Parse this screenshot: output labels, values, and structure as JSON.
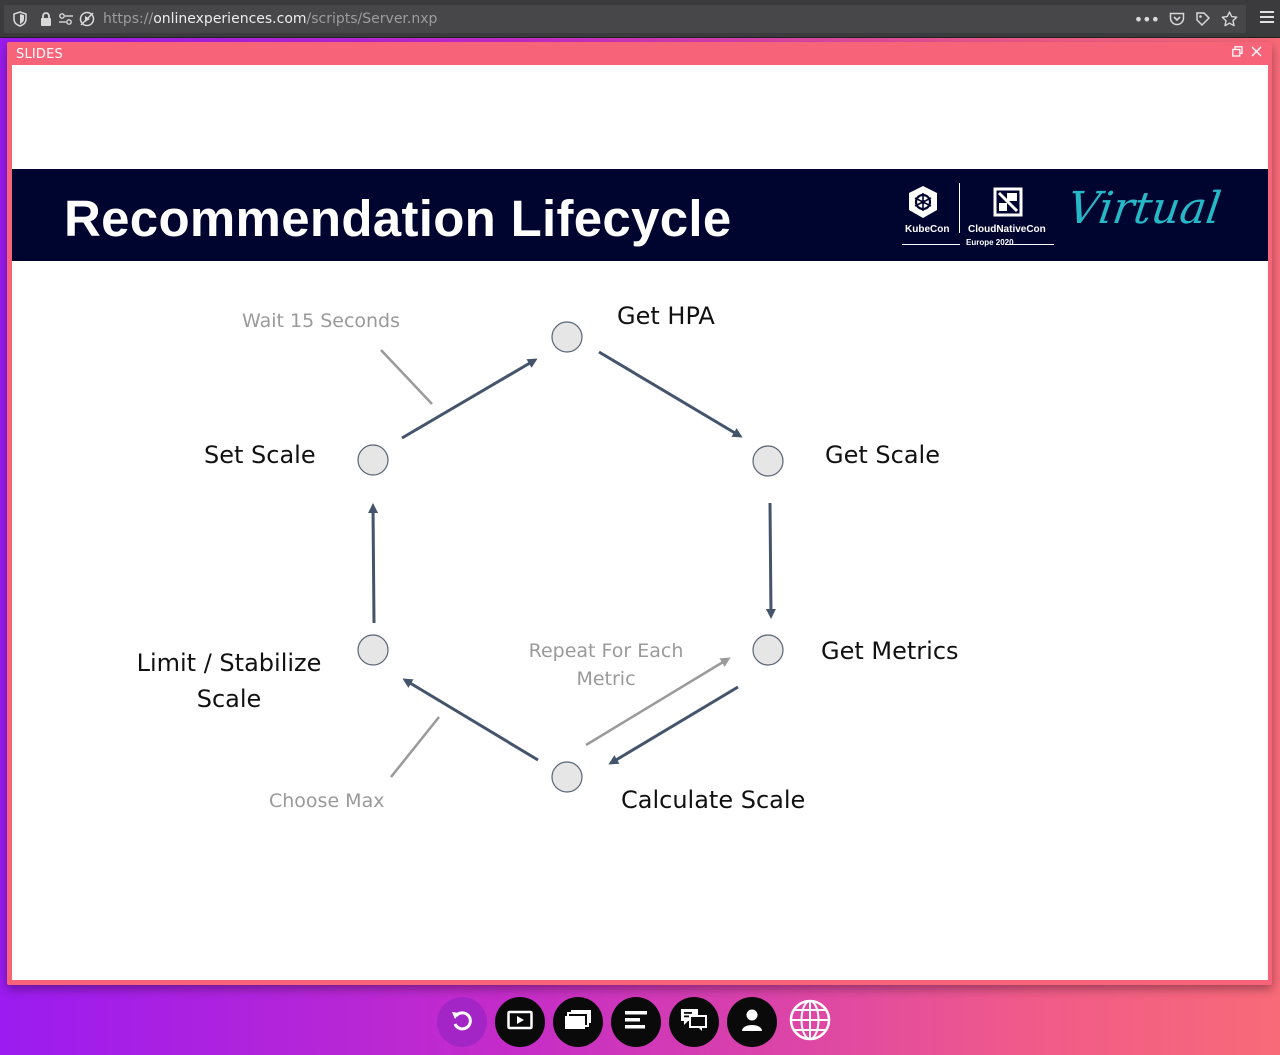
{
  "browser": {
    "url_scheme": "https://",
    "url_host": "onlinexperiences.com",
    "url_path": "/scripts/Server.nxp"
  },
  "window": {
    "title": "SLIDES"
  },
  "slide": {
    "title": "Recommendation Lifecycle",
    "logos": {
      "kubecon": "KubeCon",
      "cloudnativecon": "CloudNativeCon",
      "edition": "Europe 2020",
      "virtual": "Virtual"
    },
    "diagram": {
      "nodes": {
        "get_hpa": "Get HPA",
        "get_scale": "Get Scale",
        "get_metrics": "Get Metrics",
        "calculate_scale": "Calculate Scale",
        "limit_line1": "Limit / Stabilize",
        "limit_line2": "Scale",
        "set_scale": "Set Scale"
      },
      "notes": {
        "wait": "Wait 15 Seconds",
        "repeat_line1": "Repeat For Each",
        "repeat_line2": "Metric",
        "choose_max": "Choose Max"
      },
      "colors": {
        "arrow": "#44546a",
        "note_arrow": "#9a9a9a",
        "node_fill": "#e6e6e6",
        "node_stroke": "#5a6577"
      }
    }
  },
  "toolbar": {
    "buttons": [
      "refresh-icon",
      "video-icon",
      "slides-icon",
      "agenda-icon",
      "chat-icon",
      "profile-icon",
      "globe-icon"
    ]
  }
}
